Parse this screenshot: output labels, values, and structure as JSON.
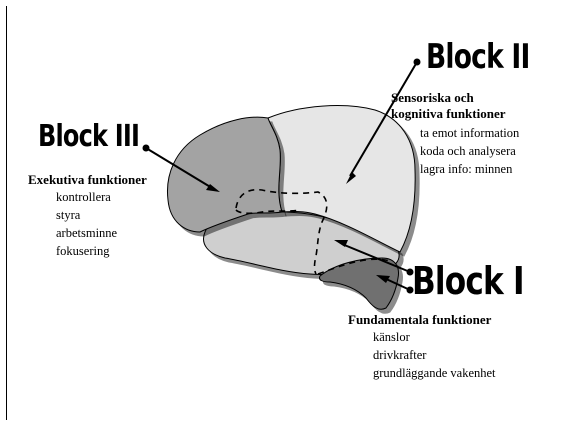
{
  "block_ii": {
    "title": "Block II",
    "heading_line1": "Sensoriska och",
    "heading_line2": "kognitiva funktioner",
    "items": [
      "ta emot information",
      "koda och analysera",
      "lagra info: minnen"
    ]
  },
  "block_iii": {
    "title": "Block III",
    "heading": "Exekutiva funktioner",
    "items": [
      "kontrollera",
      "styra",
      "arbetsminne",
      "fokusering"
    ]
  },
  "block_i": {
    "title": "Block I",
    "heading": "Fundamentala funktioner",
    "items": [
      "känslor",
      "drivkrafter",
      "grundläggande vakenhet"
    ]
  },
  "colors": {
    "frontal": "#a3a3a3",
    "posterior": "#e6e6e6",
    "temporal": "#cfcfcf",
    "brainstem": "#6f6f6f",
    "outline": "#000000"
  }
}
